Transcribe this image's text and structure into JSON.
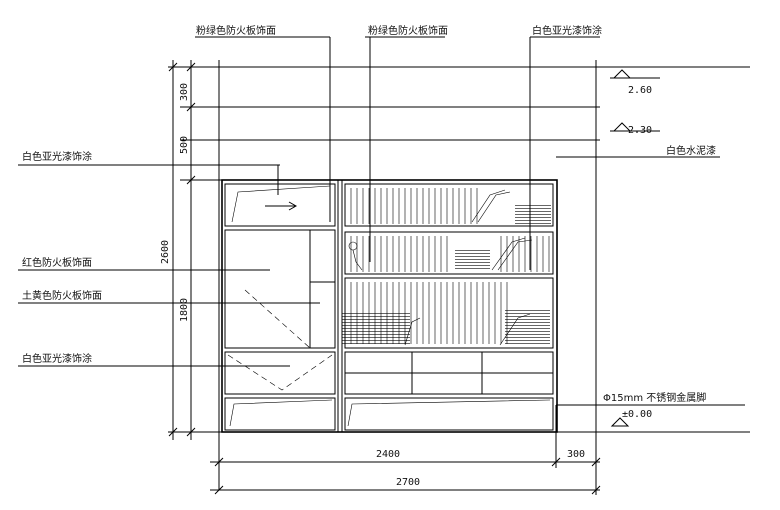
{
  "drawing": {
    "callouts": {
      "top_left": "粉绿色防火板饰面",
      "top_mid": "粉绿色防火板饰面",
      "top_right": "白色亚光漆饰涂",
      "left_1": "白色亚光漆饰涂",
      "left_2": "红色防火板饰面",
      "left_3": "土黄色防火板饰面",
      "left_4": "白色亚光漆饰涂",
      "right_wall": "白色水泥漆",
      "right_foot": "Φ15mm 不锈钢金属脚"
    },
    "levels": {
      "upper": "2.60",
      "lower": "2.30",
      "floor": "±0.00"
    },
    "vertical_dims": {
      "seg_top": "300",
      "seg_mid": "500",
      "seg_bottom": "1800",
      "total": "2600"
    },
    "horizontal_dims": {
      "cabinet": "2400",
      "side": "300",
      "total": "2700"
    }
  }
}
